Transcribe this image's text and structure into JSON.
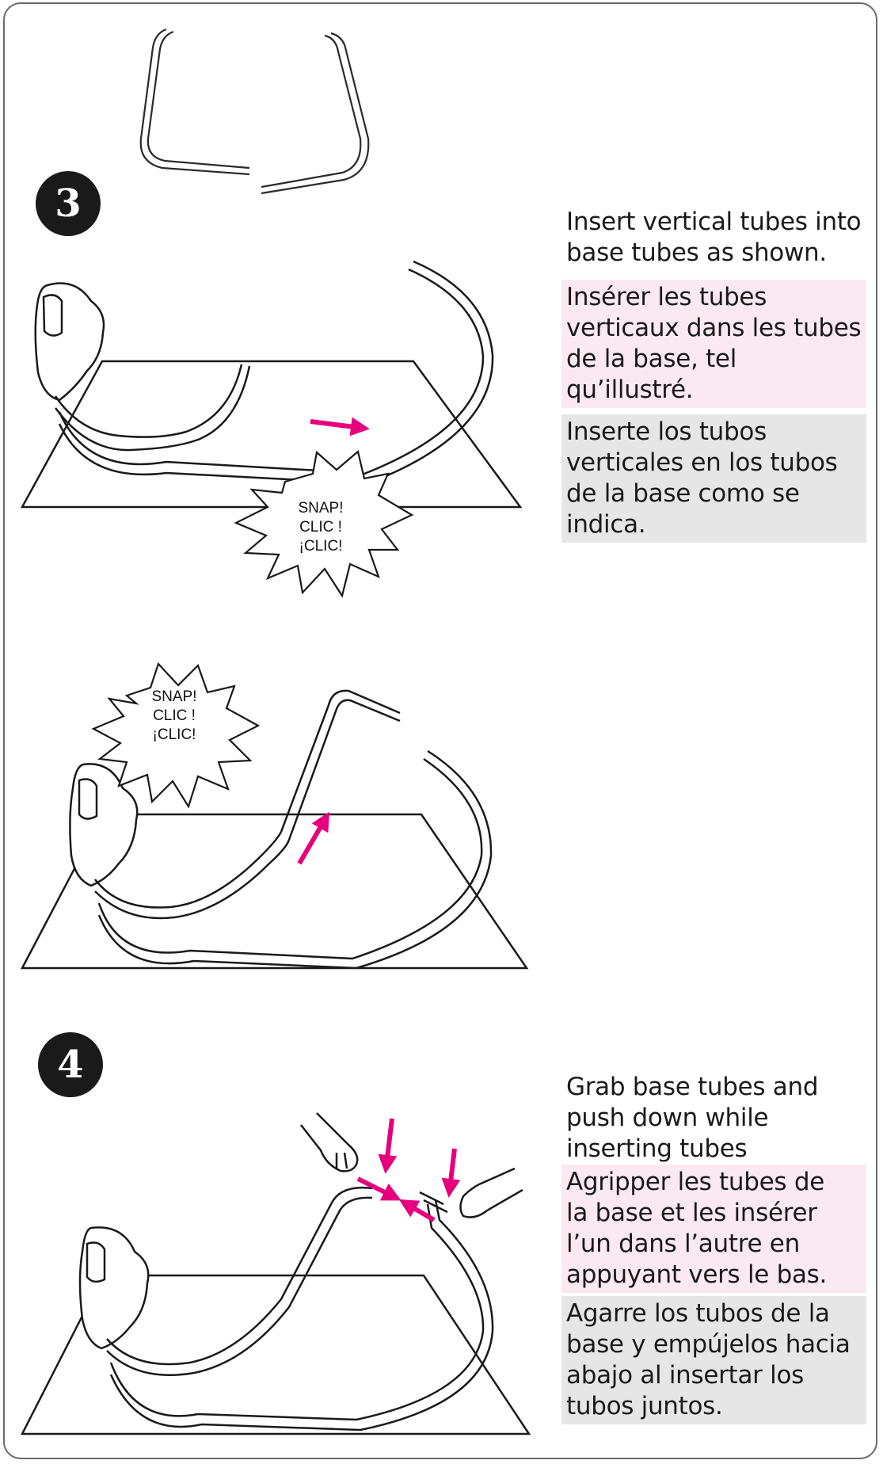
{
  "steps": [
    {
      "number": "3",
      "text_en": "Insert vertical tubes into\nbase tubes as shown.",
      "text_fr": "Insérer les tubes\nverticaux dans les tubes\nde la base, tel qu’illustré.",
      "text_es": "Inserte los tubos\nverticales en los tubos\nde la base como se\nindica."
    },
    {
      "number": "4",
      "text_en": "Grab base tubes and\npush down while\ninserting tubes together.",
      "text_fr": "Agripper les tubes de\nla base et les insérer\nl’un dans l’autre en\nappuyant vers le bas.",
      "text_es": "Agarre los tubos de la\nbase y empújelos hacia\nabajo al insertar los\ntubos juntos."
    }
  ],
  "callouts": {
    "snap_1": {
      "line1": "SNAP!",
      "line2": "CLIC !",
      "line3": "¡CLIC!"
    },
    "snap_2": {
      "line1": "SNAP!",
      "line2": "CLIC !",
      "line3": "¡CLIC!"
    }
  },
  "colors": {
    "arrow": "#e6007e",
    "badge": "#1a1a1a",
    "fr_background": "#fbe9f2",
    "es_background": "#e6e6e6"
  }
}
